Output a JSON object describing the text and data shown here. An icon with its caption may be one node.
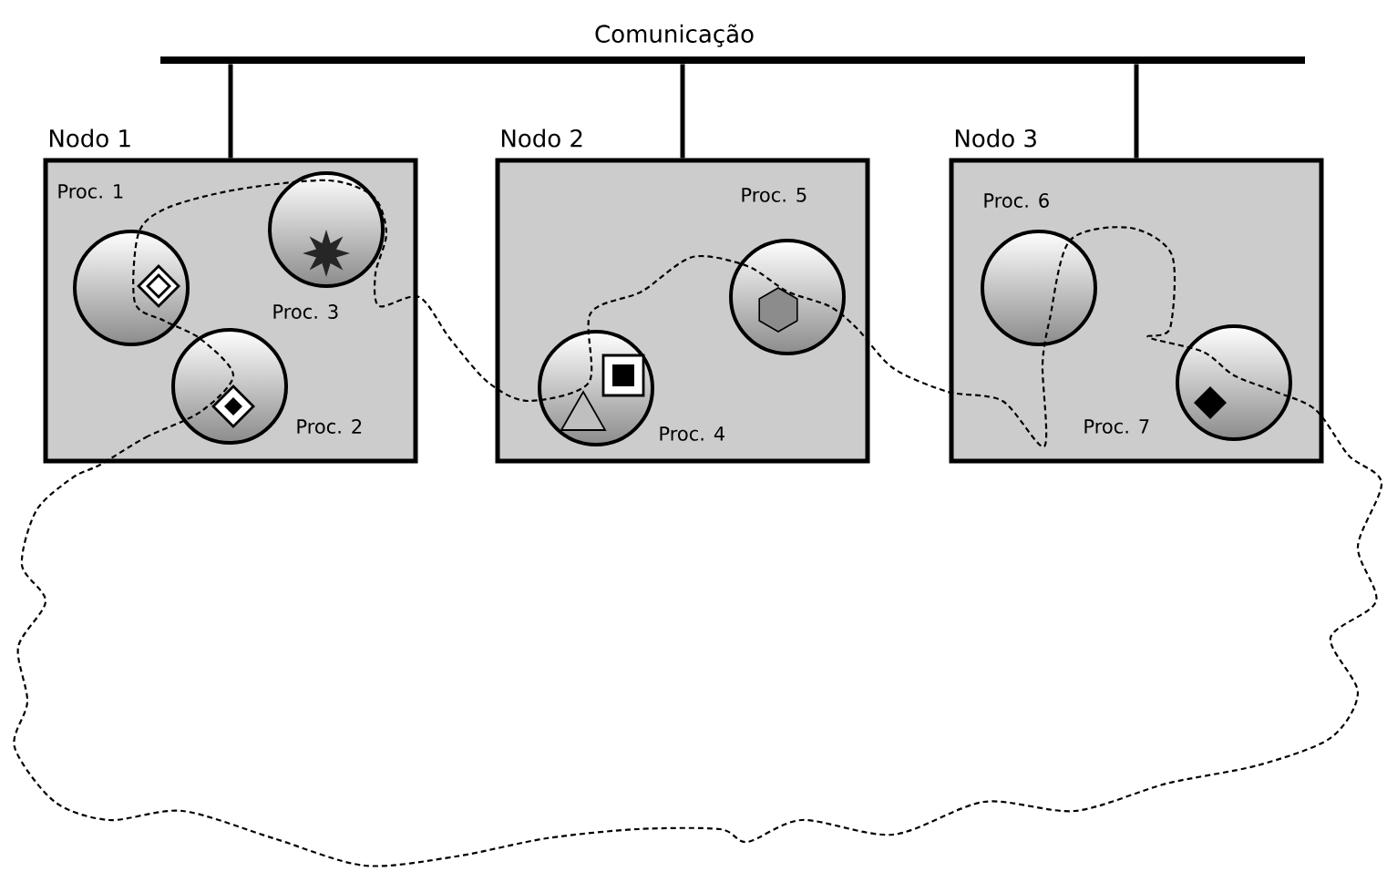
{
  "diagram": {
    "nodes": [
      {
        "text": [
          "Comunicação"
        ]
      },
      {
        "text": [
          "Nodo 1"
        ]
      },
      {
        "text": [
          "Proc. 1"
        ],
        "in": 1
      },
      {
        "text": [
          "Proc. 2"
        ],
        "in": 1
      },
      {
        "text": [
          "Proc. 3"
        ],
        "in": 1
      },
      {
        "text": [
          "Nodo 2"
        ]
      },
      {
        "text": [
          "Proc. 4"
        ],
        "in": 5
      },
      {
        "text": [
          "Proc. 5"
        ],
        "in": 5
      },
      {
        "text": [
          "Nodo 3"
        ]
      },
      {
        "text": [
          "Proc. 6"
        ],
        "in": 8
      },
      {
        "text": [
          "Proc. 7"
        ],
        "in": 8
      }
    ],
    "edges": [
      {
        "from": 0,
        "to": 1,
        "arrow": "none"
      },
      {
        "from": 0,
        "to": 5,
        "arrow": "none"
      },
      {
        "from": 0,
        "to": 8,
        "arrow": "none"
      }
    ]
  }
}
